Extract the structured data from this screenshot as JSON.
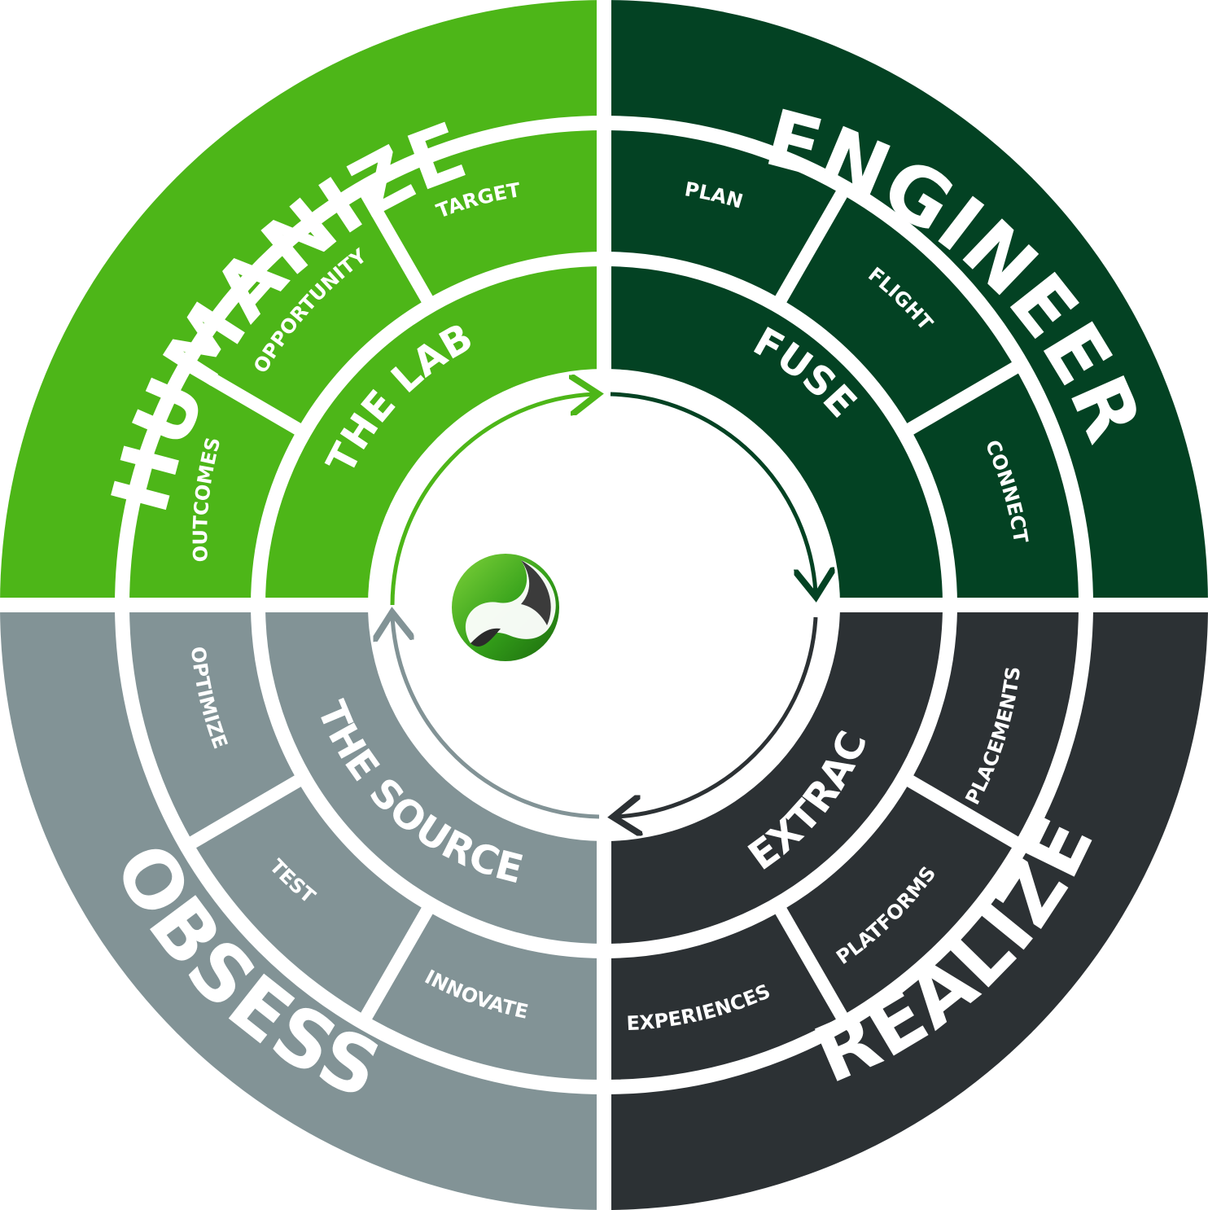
{
  "colors": {
    "humanize": "#4db618",
    "engineer": "#034223",
    "realize": "#2c3134",
    "obsess": "#829396",
    "divider": "#ffffff",
    "text": "#ffffff"
  },
  "quadrants": {
    "humanize": {
      "outer_label": "HUMANIZE",
      "middle_label": "THE LAB",
      "segments": [
        "OUTCOMES",
        "OPPORTUNITY",
        "TARGET"
      ]
    },
    "engineer": {
      "outer_label": "ENGINEER",
      "middle_label": "FUSE",
      "segments": [
        "PLAN",
        "FLIGHT",
        "CONNECT"
      ]
    },
    "realize": {
      "outer_label": "REALIZE",
      "middle_label": "EXTRACT",
      "segments": [
        "PLACEMENTS",
        "PLATFORMS",
        "EXPERIENCES"
      ]
    },
    "obsess": {
      "outer_label": "OBSESS",
      "middle_label": "THE SOURCE",
      "segments": [
        "INNOVATE",
        "TEST",
        "OPTIMIZE"
      ]
    }
  },
  "center": {
    "logo_icon": "infinity-swirl-logo-icon"
  }
}
